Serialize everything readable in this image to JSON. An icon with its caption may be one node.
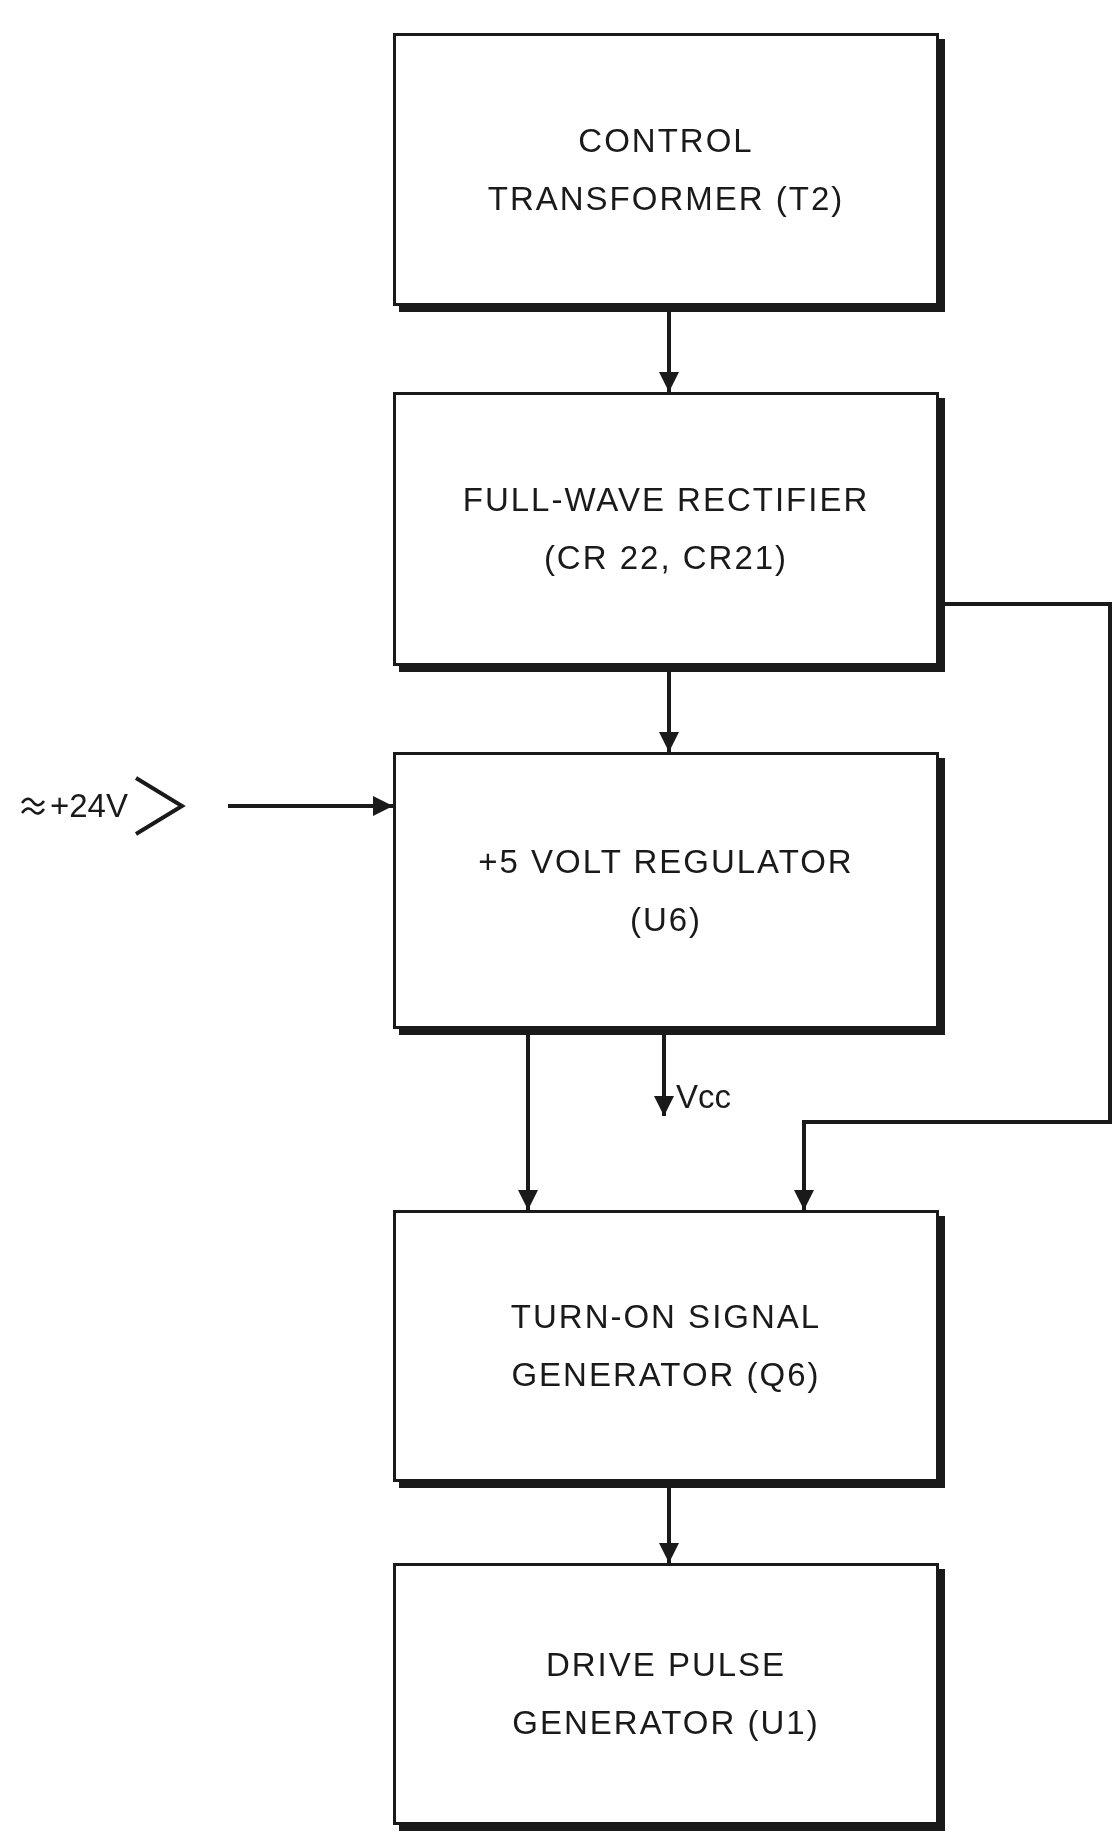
{
  "diagram": {
    "nodes": [
      {
        "text": [
          "CONTROL TRANSFORMER (T2)"
        ]
      },
      {
        "text": [
          "FULL-WAVE RECTIFIER (CR 22, CR21)"
        ]
      },
      {
        "text": [
          "+5 VOLT REGULATOR (U6)"
        ]
      },
      {
        "text": [
          "TURN-ON SIGNAL GENERATOR (Q6)"
        ]
      },
      {
        "text": [
          "DRIVE PULSE GENERATOR (U1)"
        ]
      },
      {
        "text": [
          "+24V"
        ]
      }
    ],
    "edges": [
      {
        "from": 0,
        "to": 1,
        "arrow": "to"
      },
      {
        "from": 1,
        "to": 2,
        "arrow": "to"
      },
      {
        "from": 5,
        "to": 2,
        "arrow": "to"
      },
      {
        "from": 2,
        "to": 3,
        "arrow": "to"
      },
      {
        "from": 2,
        "to": null,
        "arrow": "to",
        "label": "Vcc"
      },
      {
        "from": 1,
        "to": 3,
        "arrow": "to"
      },
      {
        "from": 3,
        "to": 4,
        "arrow": "to"
      }
    ]
  }
}
